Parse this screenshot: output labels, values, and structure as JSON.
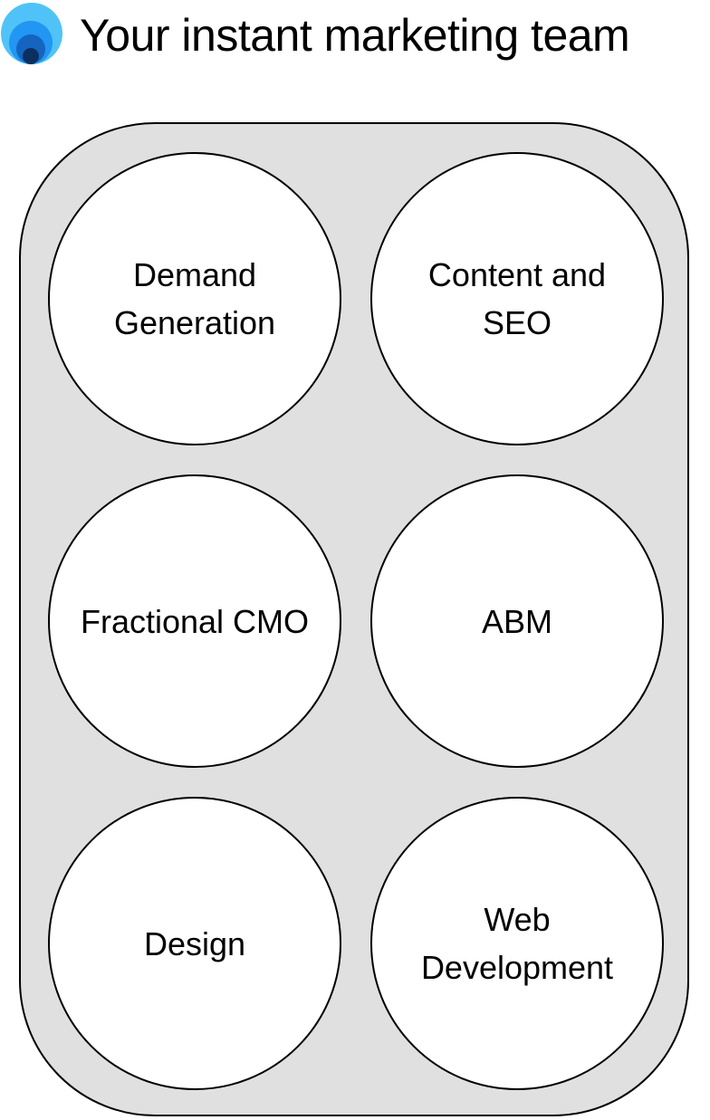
{
  "header": {
    "title": "Your instant marketing team",
    "logo_colors": [
      "#4fc3f7",
      "#2196f3",
      "#1565c0",
      "#0d2f5e"
    ]
  },
  "services": [
    {
      "label": "Demand Generation"
    },
    {
      "label": "Content and SEO"
    },
    {
      "label": "Fractional CMO"
    },
    {
      "label": "ABM"
    },
    {
      "label": "Design"
    },
    {
      "label": "Web Development"
    }
  ],
  "colors": {
    "container_fill": "#e0e0e0",
    "circle_fill": "#ffffff",
    "outline": "#000000"
  }
}
